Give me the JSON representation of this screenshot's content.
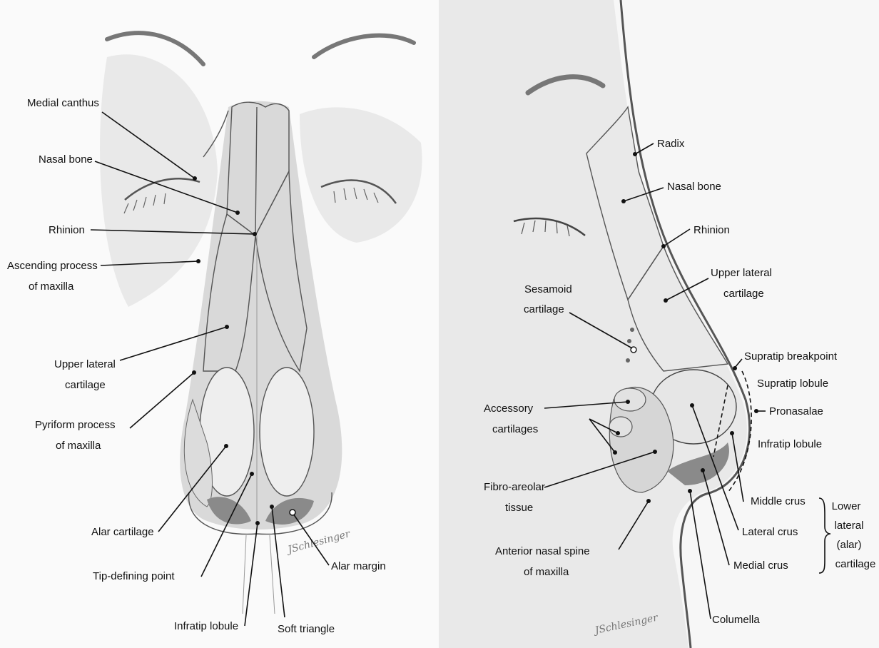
{
  "left_panel": {
    "labels": {
      "medial_canthus": "Medial canthus",
      "nasal_bone": "Nasal bone",
      "rhinion": "Rhinion",
      "ascending_process_1": "Ascending process",
      "ascending_process_2": "of maxilla",
      "upper_lateral_1": "Upper lateral",
      "upper_lateral_2": "cartilage",
      "pyriform_1": "Pyriform process",
      "pyriform_2": "of maxilla",
      "alar_cartilage": "Alar cartilage",
      "tip_defining_point": "Tip-defining point",
      "infratip_lobule": "Infratip lobule",
      "soft_triangle": "Soft triangle",
      "alar_margin": "Alar margin"
    },
    "signature": "JSchlesinger"
  },
  "right_panel": {
    "labels": {
      "radix": "Radix",
      "nasal_bone": "Nasal bone",
      "rhinion": "Rhinion",
      "upper_lateral_1": "Upper lateral",
      "upper_lateral_2": "cartilage",
      "sesamoid_1": "Sesamoid",
      "sesamoid_2": "cartilage",
      "supratip_breakpoint": "Supratip breakpoint",
      "supratip_lobule": "Supratip lobule",
      "pronasalae": "Pronasalae",
      "accessory_1": "Accessory",
      "accessory_2": "cartilages",
      "infratip_lobule": "Infratip lobule",
      "fibro_1": "Fibro-areolar",
      "fibro_2": "tissue",
      "middle_crus": "Middle crus",
      "lateral_crus": "Lateral crus",
      "medial_crus": "Medial crus",
      "anterior_spine_1": "Anterior nasal spine",
      "anterior_spine_2": "of maxilla",
      "columella": "Columella",
      "lower_lateral_1": "Lower",
      "lower_lateral_2": "lateral",
      "lower_lateral_3": "(alar)",
      "lower_lateral_4": "cartilage"
    },
    "signature": "JSchlesinger"
  }
}
